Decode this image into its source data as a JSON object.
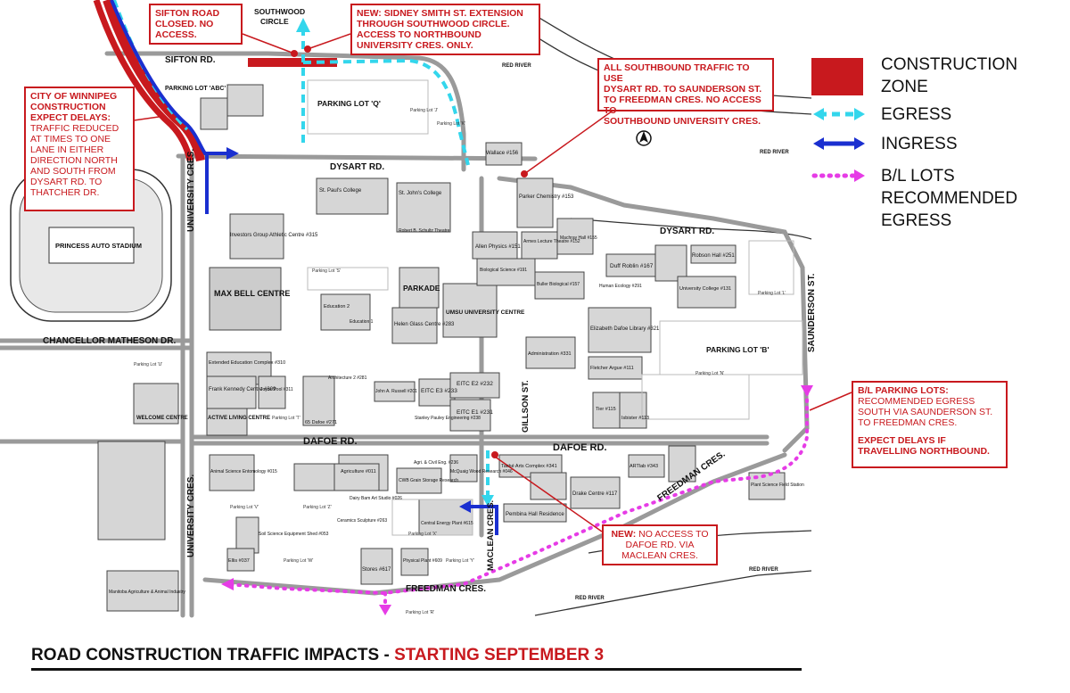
{
  "title": {
    "main": "ROAD CONSTRUCTION TRAFFIC IMPACTS - ",
    "highlight": "STARTING SEPTEMBER 3"
  },
  "colors": {
    "construction": "#c8191e",
    "egress": "#33d6ec",
    "ingress": "#1a2fd0",
    "bl_lots": "#e63ce6"
  },
  "legend": [
    {
      "key": "construction",
      "label_line1": "CONSTRUCTION",
      "label_line2": "ZONE"
    },
    {
      "key": "egress",
      "label_line1": "EGRESS",
      "label_line2": ""
    },
    {
      "key": "ingress",
      "label_line1": "INGRESS",
      "label_line2": ""
    },
    {
      "key": "bl_lots",
      "label_line1": "B/L LOTS",
      "label_line2": "RECOMMENDED",
      "label_line3": "EGRESS"
    }
  ],
  "callouts": {
    "sifton": {
      "line1": "SIFTON ROAD",
      "line2": "CLOSED. NO",
      "line3": "ACCESS."
    },
    "sidney": {
      "line1": "NEW: SIDNEY SMITH ST. EXTENSION",
      "line2": "THROUGH SOUTHWOOD CIRCLE.",
      "line3": "ACCESS TO NORTHBOUND",
      "line4": "UNIVERSITY CRES. ONLY."
    },
    "southbound": {
      "line1": "ALL SOUTHBOUND TRAFFIC TO USE",
      "line2": "DYSART RD. TO SAUNDERSON ST.",
      "line3": "TO FREEDMAN CRES. NO ACCESS TO",
      "line4": "SOUTHBOUND UNIVERSITY CRES."
    },
    "winnipeg": {
      "head1": "CITY OF WINNIPEG",
      "head2": "CONSTRUCTION",
      "head3": "EXPECT DELAYS:",
      "body1": "TRAFFIC REDUCED",
      "body2": "AT TIMES TO ONE",
      "body3": "LANE IN EITHER",
      "body4": "DIRECTION NORTH",
      "body5": "AND SOUTH FROM",
      "body6": "DYSART RD. TO",
      "body7": "THATCHER DR."
    },
    "bl_parking": {
      "head": "B/L PARKING LOTS:",
      "body1": "RECOMMENDED EGRESS",
      "body2": "SOUTH VIA SAUNDERSON ST.",
      "body3": "TO FREEDMAN CRES.",
      "note1": "EXPECT DELAYS IF",
      "note2": "TRAVELLING NORTHBOUND."
    },
    "maclean": {
      "head": "NEW:",
      "body1": " NO ACCESS TO",
      "body2": "DAFOE RD. VIA",
      "body3": "MACLEAN CRES."
    }
  },
  "streets": {
    "sifton": "SIFTON RD.",
    "southwood": "SOUTHWOOD",
    "southwood2": "CIRCLE",
    "dysart_w": "DYSART RD.",
    "dysart_e": "DYSART RD.",
    "chancellor": "CHANCELLOR MATHESON DR.",
    "dafoe_w": "DAFOE RD.",
    "dafoe_e": "DAFOE RD.",
    "university_n": "UNIVERSITY CRES.",
    "university_s": "UNIVERSITY CRES.",
    "saunderson": "SAUNDERSON ST.",
    "freedman_s": "FREEDMAN CRES.",
    "freedman_e": "FREEDMAN CRES.",
    "gillson": "GILLSON ST.",
    "maclean": "MACLEAN CRES.",
    "red_river1": "RED RIVER",
    "red_river2": "RED RIVER",
    "red_river3": "RED RIVER",
    "red_river4": "RED RIVER"
  },
  "buildings": [
    {
      "id": "max_bell",
      "label": "MAX BELL CENTRE"
    },
    {
      "id": "parkade",
      "label": "PARKADE"
    },
    {
      "id": "umsu",
      "label": "UMSU UNIVERSITY CENTRE"
    },
    {
      "id": "stadium",
      "label": "PRINCESS AUTO STADIUM"
    },
    {
      "id": "lot_q",
      "label": "PARKING LOT 'Q'"
    },
    {
      "id": "lot_b",
      "label": "PARKING LOT 'B'"
    },
    {
      "id": "lot_abc",
      "label": "PARKING LOT 'ABC'"
    },
    {
      "id": "active_living",
      "label": "ACTIVE LIVING CENTRE"
    },
    {
      "id": "welcome",
      "label": "WELCOME CENTRE"
    },
    {
      "id": "eitc_e1",
      "label": "EITC E1 #231"
    },
    {
      "id": "eitc_e2",
      "label": "EITC E2 #232"
    },
    {
      "id": "eitc_e3",
      "label": "EITC E3 #233"
    },
    {
      "id": "dafoe_lib",
      "label": "Elizabeth Dafoe Library #321"
    },
    {
      "id": "investors",
      "label": "Investors Group Athletic Centre #315"
    },
    {
      "id": "frank_kennedy",
      "label": "Frank Kennedy Centre #309"
    },
    {
      "id": "helen_glass",
      "label": "Helen Glass Centre #283"
    },
    {
      "id": "duff_roblin",
      "label": "Duff Roblin #167"
    },
    {
      "id": "parker",
      "label": "Parker Chemistry #153"
    },
    {
      "id": "allen",
      "label": "Allen Physics #151"
    },
    {
      "id": "wallace",
      "label": "Wallace #156"
    },
    {
      "id": "stores",
      "label": "Stores #617"
    },
    {
      "id": "drake",
      "label": "Drake Centre #117"
    },
    {
      "id": "pembina",
      "label": "Pembina Hall Residence"
    },
    {
      "id": "robson",
      "label": "Robson Hall #251"
    },
    {
      "id": "univ_college",
      "label": "University College #131"
    },
    {
      "id": "st_pauls",
      "label": "St. Paul's College"
    },
    {
      "id": "st_johns",
      "label": "St. John's College"
    },
    {
      "id": "tier",
      "label": "Tier #115"
    },
    {
      "id": "webster",
      "label": "Isbister #113"
    },
    {
      "id": "admin",
      "label": "Administration #331"
    },
    {
      "id": "fletcher",
      "label": "Fletcher Argue #111"
    },
    {
      "id": "education",
      "label": "Education 2"
    },
    {
      "id": "extended",
      "label": "Extended Education Complex #310"
    },
    {
      "id": "dafoe65",
      "label": "65 Dafoe #271"
    },
    {
      "id": "artlab",
      "label": "ARTlab #343"
    },
    {
      "id": "ellis",
      "label": "Ellis #037"
    },
    {
      "id": "animal_sci",
      "label": "Animal Science Entomology #015"
    },
    {
      "id": "cwb",
      "label": "CWB Grain Storage Research"
    },
    {
      "id": "agriculture",
      "label": "Agriculture #011"
    },
    {
      "id": "manitoba_ag",
      "label": "Manitoba Agriculture & Animal Industry"
    },
    {
      "id": "ceramics",
      "label": "Ceramics Sculpture #263"
    },
    {
      "id": "tache",
      "label": "Taché Arts Complex #341"
    },
    {
      "id": "bio_sci",
      "label": "Biological Science #191"
    },
    {
      "id": "buller",
      "label": "Buller Biological #157"
    },
    {
      "id": "machray",
      "label": "Machray Hall #155"
    },
    {
      "id": "armes",
      "label": "Armes Lecture Theatre #152"
    },
    {
      "id": "central_energy",
      "label": "Central Energy Plant #615"
    },
    {
      "id": "plant_sci",
      "label": "Plant Science Field Station"
    },
    {
      "id": "soil_sci",
      "label": "Soil Science Equipment Shed #053"
    },
    {
      "id": "dairy",
      "label": "Dairy Bam Art Studio #026"
    },
    {
      "id": "physical_plant",
      "label": "Physical Plant #609"
    },
    {
      "id": "joyce",
      "label": "Joyce Pool #311"
    },
    {
      "id": "architecture",
      "label": "Architecture 2 #281"
    },
    {
      "id": "john_russell",
      "label": "John A. Russell #201"
    },
    {
      "id": "stanley",
      "label": "Stanley Pauley Engineering #238"
    },
    {
      "id": "education1",
      "label": "Education 1"
    },
    {
      "id": "agri_civil",
      "label": "Agri. & Civil Eng. #236"
    },
    {
      "id": "mcquaig",
      "label": "McQuaig Wood Research #046"
    },
    {
      "id": "robert_schultz",
      "label": "Robert B. Schultz Theatre"
    },
    {
      "id": "human_ecology",
      "label": "Human Ecology #291"
    }
  ],
  "parking_labels": [
    "Parking Lot 'R'",
    "Parking Lot 'J'",
    "Parking Lot 'K'",
    "Parking Lot 'L'",
    "Parking Lot 'N'",
    "Parking Lot 'V'",
    "Parking Lot 'W'",
    "Parking Lot 'X'",
    "Parking Lot 'Y'",
    "Parking Lot 'Z'",
    "Parking Lot 'U'",
    "Parking Lot 'T'",
    "Parking Lot 'S'"
  ]
}
